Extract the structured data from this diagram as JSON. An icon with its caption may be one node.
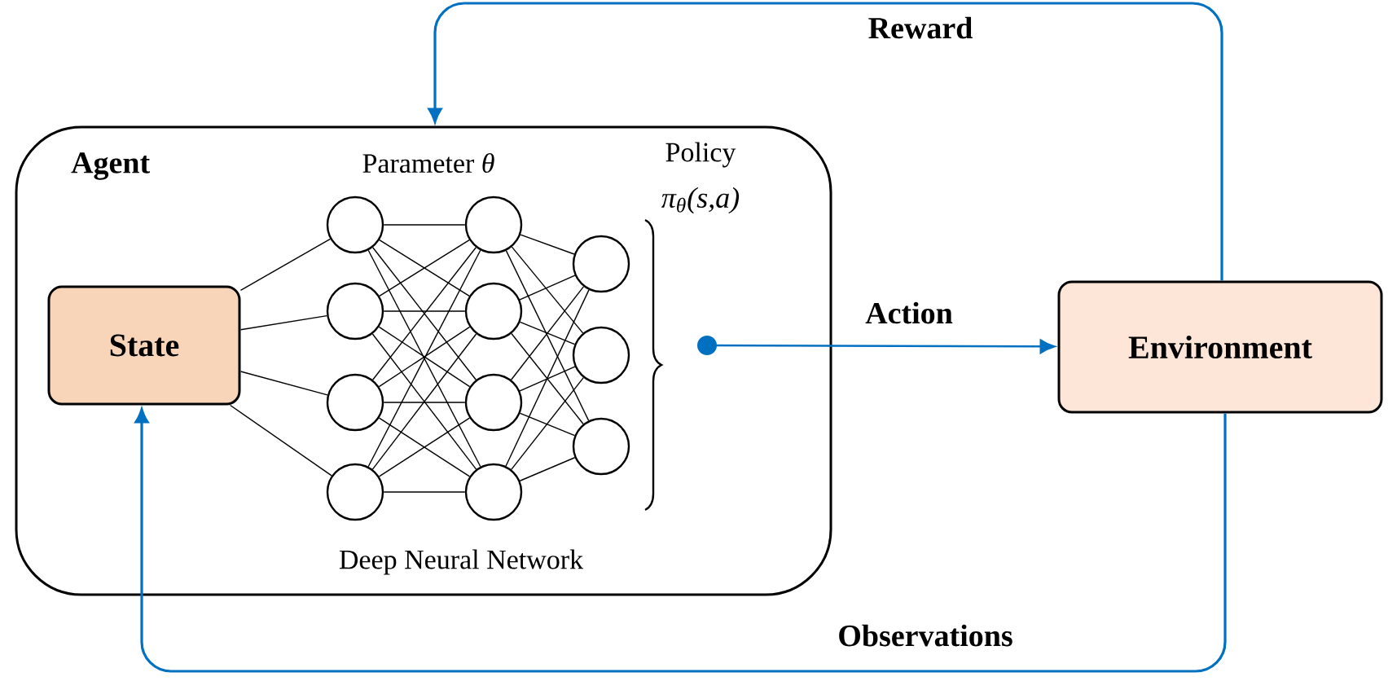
{
  "diagram": {
    "nodes": [
      {
        "text": [
          "Agent"
        ]
      },
      {
        "text": [
          "State"
        ],
        "in": 0
      },
      {
        "text": [],
        "shape": "circle",
        "in": 0
      },
      {
        "text": [],
        "shape": "circle",
        "in": 0
      },
      {
        "text": [],
        "shape": "circle",
        "in": 0
      },
      {
        "text": [],
        "shape": "circle",
        "in": 0
      },
      {
        "text": [],
        "shape": "circle",
        "in": 0
      },
      {
        "text": [],
        "shape": "circle",
        "in": 0
      },
      {
        "text": [],
        "shape": "circle",
        "in": 0
      },
      {
        "text": [],
        "shape": "circle",
        "in": 0
      },
      {
        "text": [],
        "shape": "circle",
        "in": 0
      },
      {
        "text": [],
        "shape": "circle",
        "in": 0
      },
      {
        "text": [],
        "shape": "circle",
        "in": 0
      },
      {
        "text": [
          "Environment"
        ]
      }
    ],
    "edges": [
      {
        "from": 1,
        "to": 2,
        "arrow": "none"
      },
      {
        "from": 1,
        "to": 3,
        "arrow": "none"
      },
      {
        "from": 1,
        "to": 4,
        "arrow": "none"
      },
      {
        "from": 1,
        "to": 5,
        "arrow": "none"
      },
      {
        "from": 2,
        "to": 6,
        "arrow": "none"
      },
      {
        "from": 2,
        "to": 7,
        "arrow": "none"
      },
      {
        "from": 2,
        "to": 8,
        "arrow": "none"
      },
      {
        "from": 2,
        "to": 9,
        "arrow": "none"
      },
      {
        "from": 3,
        "to": 6,
        "arrow": "none"
      },
      {
        "from": 3,
        "to": 7,
        "arrow": "none"
      },
      {
        "from": 3,
        "to": 8,
        "arrow": "none"
      },
      {
        "from": 3,
        "to": 9,
        "arrow": "none"
      },
      {
        "from": 4,
        "to": 6,
        "arrow": "none"
      },
      {
        "from": 4,
        "to": 7,
        "arrow": "none"
      },
      {
        "from": 4,
        "to": 8,
        "arrow": "none"
      },
      {
        "from": 4,
        "to": 9,
        "arrow": "none"
      },
      {
        "from": 5,
        "to": 6,
        "arrow": "none"
      },
      {
        "from": 5,
        "to": 7,
        "arrow": "none"
      },
      {
        "from": 5,
        "to": 8,
        "arrow": "none"
      },
      {
        "from": 5,
        "to": 9,
        "arrow": "none"
      },
      {
        "from": 6,
        "to": 10,
        "arrow": "none"
      },
      {
        "from": 6,
        "to": 11,
        "arrow": "none"
      },
      {
        "from": 6,
        "to": 12,
        "arrow": "none"
      },
      {
        "from": 7,
        "to": 10,
        "arrow": "none"
      },
      {
        "from": 7,
        "to": 11,
        "arrow": "none"
      },
      {
        "from": 7,
        "to": 12,
        "arrow": "none"
      },
      {
        "from": 8,
        "to": 10,
        "arrow": "none"
      },
      {
        "from": 8,
        "to": 11,
        "arrow": "none"
      },
      {
        "from": 8,
        "to": 12,
        "arrow": "none"
      },
      {
        "from": 9,
        "to": 10,
        "arrow": "none"
      },
      {
        "from": 9,
        "to": 11,
        "arrow": "none"
      },
      {
        "from": 9,
        "to": 12,
        "arrow": "none"
      },
      {
        "from": null,
        "to": 13,
        "arrow": "to",
        "label": "Action",
        "color": "#0070c0"
      },
      {
        "from": 13,
        "to": 0,
        "arrow": "to",
        "label": "Reward",
        "color": "#0070c0"
      },
      {
        "from": 13,
        "to": 1,
        "arrow": "to",
        "label": "Observations",
        "color": "#0070c0"
      }
    ],
    "labels": [
      "Parameter *θ*",
      "Policy",
      "π$_{θ}$(s,a)",
      "Deep Neural Network"
    ]
  }
}
